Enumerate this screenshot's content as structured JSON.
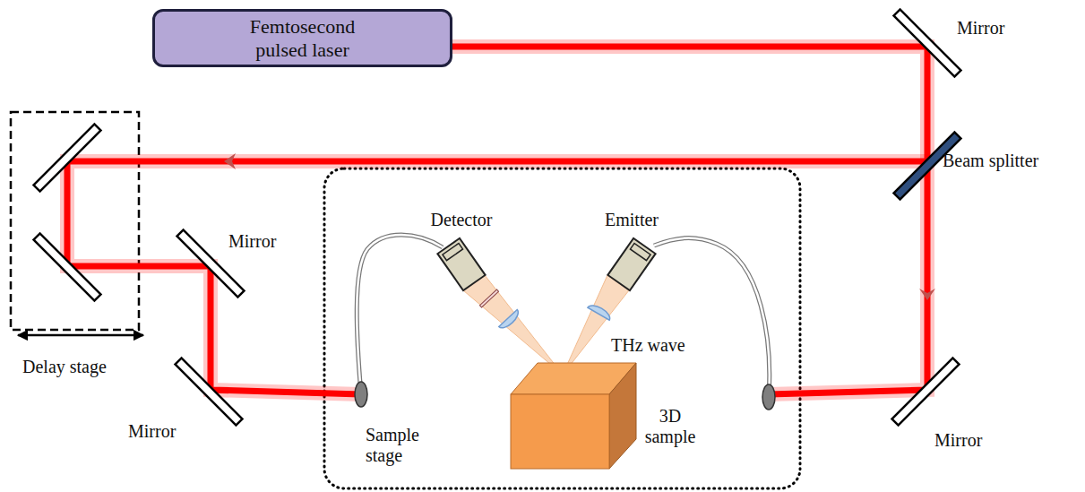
{
  "diagram": {
    "nodes": [
      {
        "text": [
          "Femtosecond pulsed laser"
        ]
      },
      {
        "text": [
          "Detector"
        ]
      },
      {
        "text": [
          "Emitter"
        ]
      },
      {
        "text": [
          "3D sample"
        ]
      }
    ],
    "edges": [
      {
        "from": 2,
        "to": 3,
        "arrow": "none"
      },
      {
        "from": 3,
        "to": 1,
        "arrow": "none"
      }
    ],
    "labels": [
      "Mirror",
      "Beam splitter",
      "Mirror",
      "Mirror",
      "Mirror",
      "Delay stage",
      "Sample stage",
      "THz wave"
    ]
  }
}
